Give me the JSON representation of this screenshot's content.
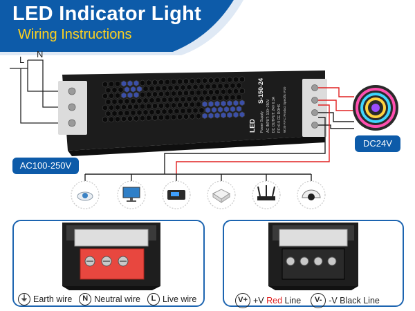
{
  "header": {
    "title": "LED Indicator Light",
    "subtitle": "Wiring Instructions"
  },
  "wiring": {
    "label_L": "L",
    "label_N": "N",
    "ac_input": "AC100-250V",
    "dc_output": "DC24V"
  },
  "psu_label": {
    "brand": "LED",
    "model": "S-150-24",
    "line1": "Power Supply",
    "line2": "AC INPUT: 100~250V",
    "line3": "DC OUTPUT: 24V 6.3A",
    "line4": "P.F>0.9 CE ROHS",
    "line5": "W:30 P.F.C Product Specific IP20"
  },
  "devices": [
    {
      "icon": "ceiling-spotlight-icon"
    },
    {
      "icon": "monitor-icon"
    },
    {
      "icon": "display-unit-icon"
    },
    {
      "icon": "router-box-icon"
    },
    {
      "icon": "wifi-router-icon"
    },
    {
      "icon": "security-camera-icon"
    }
  ],
  "legend_ac": {
    "earth_symbol": "⏚",
    "earth": "Earth wire",
    "neutral_symbol": "N",
    "neutral": "Neutral wire",
    "live_symbol": "L",
    "live": "Live wire"
  },
  "legend_dc": {
    "vplus_symbol": "V+",
    "vplus_prefix": "+V",
    "vplus_color_word": "Red",
    "vplus_suffix": "Line",
    "vminus_symbol": "V-",
    "vminus_prefix": "-V",
    "vminus_color_word": "Black",
    "vminus_suffix": "Line"
  },
  "colors": {
    "brand_blue": "#0d5ba9",
    "title_yellow": "#ffd21e",
    "red_line": "#e02020",
    "terminal_red": "#e8473f",
    "psu_black": "#1a1a1a"
  }
}
